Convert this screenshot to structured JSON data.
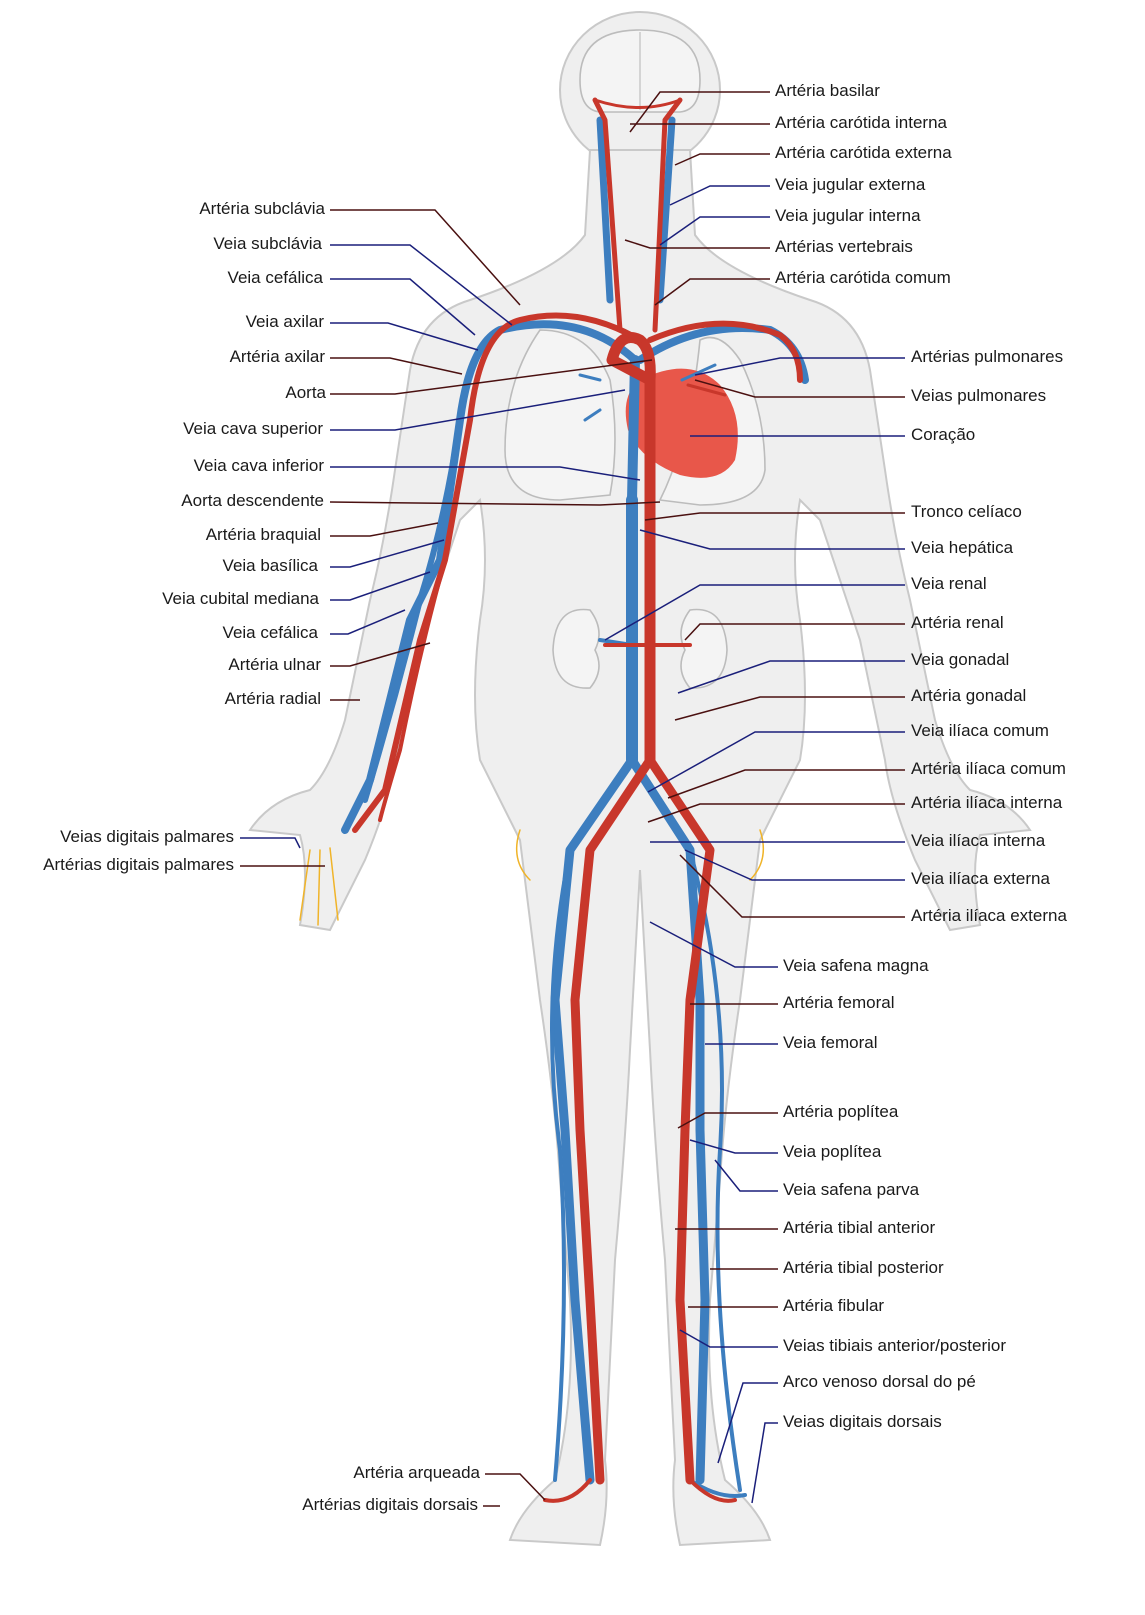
{
  "labels": {
    "left": [
      {
        "id": "arteria-subclavia",
        "text": "Artéria subclávia",
        "kind": "artery"
      },
      {
        "id": "veia-subclavia",
        "text": "Veia subclávia",
        "kind": "vein"
      },
      {
        "id": "veia-cefalica-upper",
        "text": "Veia cefálica",
        "kind": "vein"
      },
      {
        "id": "veia-axilar",
        "text": "Veia axilar",
        "kind": "vein"
      },
      {
        "id": "arteria-axilar",
        "text": "Artéria axilar",
        "kind": "artery"
      },
      {
        "id": "aorta",
        "text": "Aorta",
        "kind": "artery"
      },
      {
        "id": "veia-cava-superior",
        "text": "Veia cava superior",
        "kind": "vein"
      },
      {
        "id": "veia-cava-inferior",
        "text": "Veia cava inferior",
        "kind": "vein"
      },
      {
        "id": "aorta-descendente",
        "text": "Aorta descendente",
        "kind": "artery"
      },
      {
        "id": "arteria-braquial",
        "text": "Artéria braquial",
        "kind": "artery"
      },
      {
        "id": "veia-basilica",
        "text": "Veia basílica",
        "kind": "vein"
      },
      {
        "id": "veia-cubital-mediana",
        "text": "Veia cubital mediana",
        "kind": "vein"
      },
      {
        "id": "veia-cefalica-lower",
        "text": "Veia cefálica",
        "kind": "vein"
      },
      {
        "id": "arteria-ulnar",
        "text": "Artéria ulnar",
        "kind": "artery"
      },
      {
        "id": "arteria-radial",
        "text": "Artéria radial",
        "kind": "artery"
      },
      {
        "id": "veias-digitais-palmares",
        "text": "Veias digitais palmares",
        "kind": "vein"
      },
      {
        "id": "arterias-digitais-palmares",
        "text": "Artérias digitais palmares",
        "kind": "artery"
      },
      {
        "id": "arteria-arqueada",
        "text": "Artéria arqueada",
        "kind": "artery"
      },
      {
        "id": "arterias-digitais-dorsais",
        "text": "Artérias digitais dorsais",
        "kind": "artery"
      }
    ],
    "right": [
      {
        "id": "arteria-basilar",
        "text": "Artéria basilar",
        "kind": "artery"
      },
      {
        "id": "arteria-carotida-interna",
        "text": "Artéria carótida interna",
        "kind": "artery"
      },
      {
        "id": "arteria-carotida-externa",
        "text": "Artéria carótida externa",
        "kind": "artery"
      },
      {
        "id": "veia-jugular-externa",
        "text": "Veia jugular externa",
        "kind": "vein"
      },
      {
        "id": "veia-jugular-interna",
        "text": "Veia jugular interna",
        "kind": "vein"
      },
      {
        "id": "arterias-vertebrais",
        "text": "Artérias vertebrais",
        "kind": "artery"
      },
      {
        "id": "arteria-carotida-comum",
        "text": "Artéria carótida comum",
        "kind": "artery"
      },
      {
        "id": "arterias-pulmonares",
        "text": "Artérias pulmonares",
        "kind": "vein"
      },
      {
        "id": "veias-pulmonares",
        "text": "Veias pulmonares",
        "kind": "artery"
      },
      {
        "id": "coracao",
        "text": "Coração",
        "kind": "vein"
      },
      {
        "id": "tronco-celiaco",
        "text": "Tronco celíaco",
        "kind": "artery"
      },
      {
        "id": "veia-hepatica",
        "text": "Veia hepática",
        "kind": "vein"
      },
      {
        "id": "veia-renal",
        "text": "Veia renal",
        "kind": "vein"
      },
      {
        "id": "arteria-renal",
        "text": "Artéria renal",
        "kind": "artery"
      },
      {
        "id": "veia-gonadal",
        "text": "Veia gonadal",
        "kind": "vein"
      },
      {
        "id": "arteria-gonadal",
        "text": "Artéria gonadal",
        "kind": "artery"
      },
      {
        "id": "veia-iliaca-comum",
        "text": "Veia ilíaca comum",
        "kind": "vein"
      },
      {
        "id": "arteria-iliaca-comum",
        "text": "Artéria ilíaca comum",
        "kind": "artery"
      },
      {
        "id": "arteria-iliaca-interna",
        "text": "Artéria ilíaca interna",
        "kind": "artery"
      },
      {
        "id": "veia-iliaca-interna",
        "text": "Veia ilíaca interna",
        "kind": "vein"
      },
      {
        "id": "veia-iliaca-externa",
        "text": "Veia ilíaca externa",
        "kind": "vein"
      },
      {
        "id": "arteria-iliaca-externa",
        "text": "Artéria ilíaca externa",
        "kind": "artery"
      },
      {
        "id": "veia-safena-magna",
        "text": "Veia safena magna",
        "kind": "vein"
      },
      {
        "id": "arteria-femoral",
        "text": "Artéria femoral",
        "kind": "artery"
      },
      {
        "id": "veia-femoral",
        "text": "Veia femoral",
        "kind": "vein"
      },
      {
        "id": "arteria-poplitea",
        "text": "Artéria poplítea",
        "kind": "artery"
      },
      {
        "id": "veia-poplitea",
        "text": "Veia poplítea",
        "kind": "vein"
      },
      {
        "id": "veia-safena-parva",
        "text": "Veia safena parva",
        "kind": "vein"
      },
      {
        "id": "arteria-tibial-anterior",
        "text": "Artéria tibial anterior",
        "kind": "artery"
      },
      {
        "id": "arteria-tibial-posterior",
        "text": "Artéria tibial posterior",
        "kind": "artery"
      },
      {
        "id": "arteria-fibular",
        "text": "Artéria fibular",
        "kind": "artery"
      },
      {
        "id": "veias-tibiais",
        "text": "Veias tibiais anterior/posterior",
        "kind": "vein"
      },
      {
        "id": "arco-venoso-dorsal",
        "text": "Arco venoso dorsal do pé",
        "kind": "vein"
      },
      {
        "id": "veias-digitais-dorsais",
        "text": "Veias digitais dorsais",
        "kind": "vein"
      }
    ]
  },
  "colors": {
    "artery": "#c8372b",
    "vein": "#3d7ebf",
    "heart": "#e8574a",
    "nerve": "#f0b429",
    "leader_artery": "#4a1010",
    "leader_vein": "#1a1f7a",
    "body": "#efefef"
  }
}
